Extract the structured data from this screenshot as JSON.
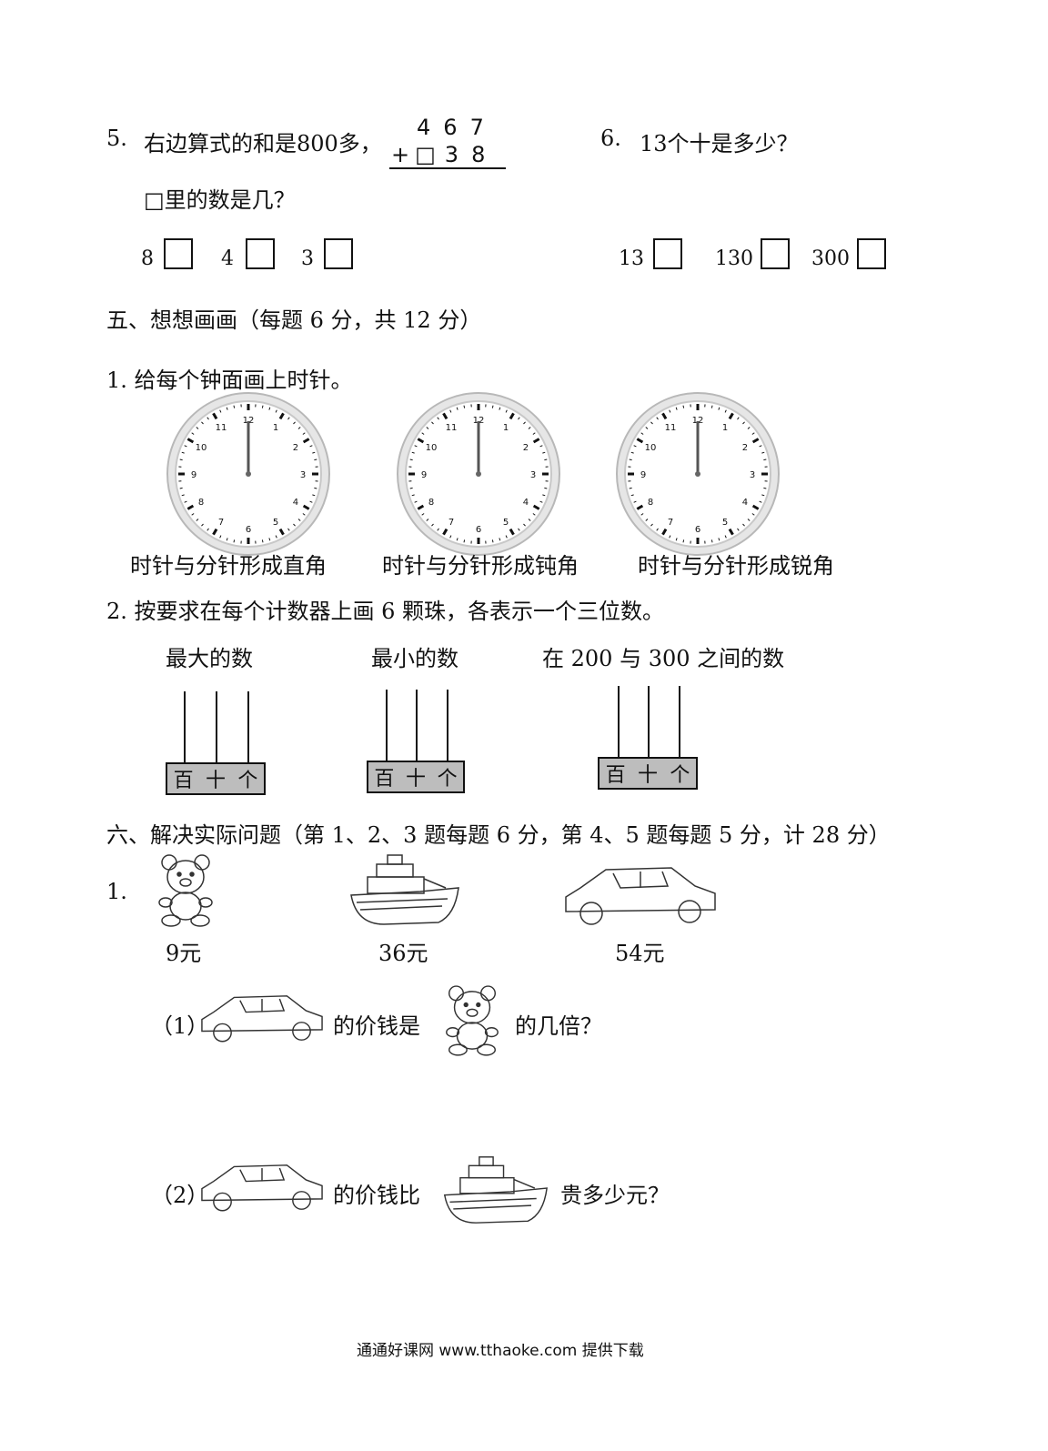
{
  "q5": {
    "number": "5.",
    "text": "右边算式的和是800多，",
    "addend_top": [
      "4",
      "6",
      "7"
    ],
    "addend_bottom_prefix": "+□",
    "addend_bottom": [
      "3",
      "8"
    ],
    "question": "□里的数是几？",
    "options": [
      "8",
      "4",
      "3"
    ]
  },
  "q6": {
    "number": "6.",
    "text": "13个十是多少？",
    "options": [
      "13",
      "130",
      "300"
    ]
  },
  "section5": {
    "title": "五、想想画画（每题 6 分，共 12 分）",
    "q1": "1. 给每个钟面画上时针。",
    "clock_labels": [
      "时针与分针形成直角",
      "时针与分针形成钝角",
      "时针与分针形成锐角"
    ],
    "q2": "2. 按要求在每个计数器上画 6 颗珠，各表示一个三位数。",
    "abacus_titles": [
      "最大的数",
      "最小的数",
      "在 200 与 300 之间的数"
    ],
    "abacus_places": [
      "百",
      "十",
      "个"
    ]
  },
  "section6": {
    "title": "六、解决实际问题（第 1、2、3 题每题 6 分，第 4、5 题每题 5 分，计 28 分）",
    "q1_number": "1.",
    "prices": [
      "9元",
      "36元",
      "54元"
    ],
    "sub1_label": "（1）",
    "sub1_mid": "的价钱是",
    "sub1_end": "的几倍？",
    "sub2_label": "（2）",
    "sub2_mid": "的价钱比",
    "sub2_end": "贵多少元？"
  },
  "footer": "通通好课网 www.tthaoke.com 提供下载"
}
